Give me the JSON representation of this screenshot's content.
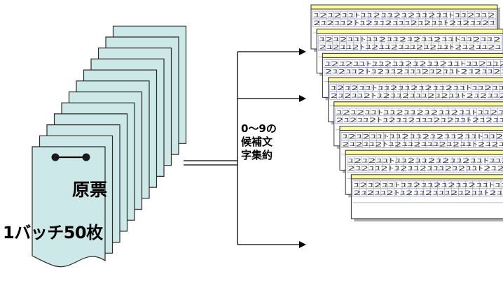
{
  "document": {
    "label": "原票",
    "batch_label": "1バッチ50枚"
  },
  "candidate": {
    "lines": [
      "0～9の",
      "候補文",
      "字集約"
    ]
  },
  "sheet": {
    "glyph_rows": [
      "ﾕ2ﾕ2ﾕﾕﾄﾕﾕ2ﾕﾕ2ﾕ2ﾕﾕ2ﾕﾕﾄﾕﾕ2ﾕﾕ2",
      "2ﾕ2ﾕﾕ2ﾄﾕ2ﾕﾕ2ﾕﾕﾕ2ﾕ2ﾕﾕﾄ2ﾕ2ﾕﾕ2ﾕ"
    ],
    "count": 8
  },
  "colors": {
    "paper_fill": "#cce8e8",
    "paper_stroke": "#2a2a2a",
    "sheet_header": "#ffff99",
    "sheet_grid": "#8a8ad6",
    "sheet_shadow": "#b0b0b0",
    "glyph": "#444444"
  }
}
